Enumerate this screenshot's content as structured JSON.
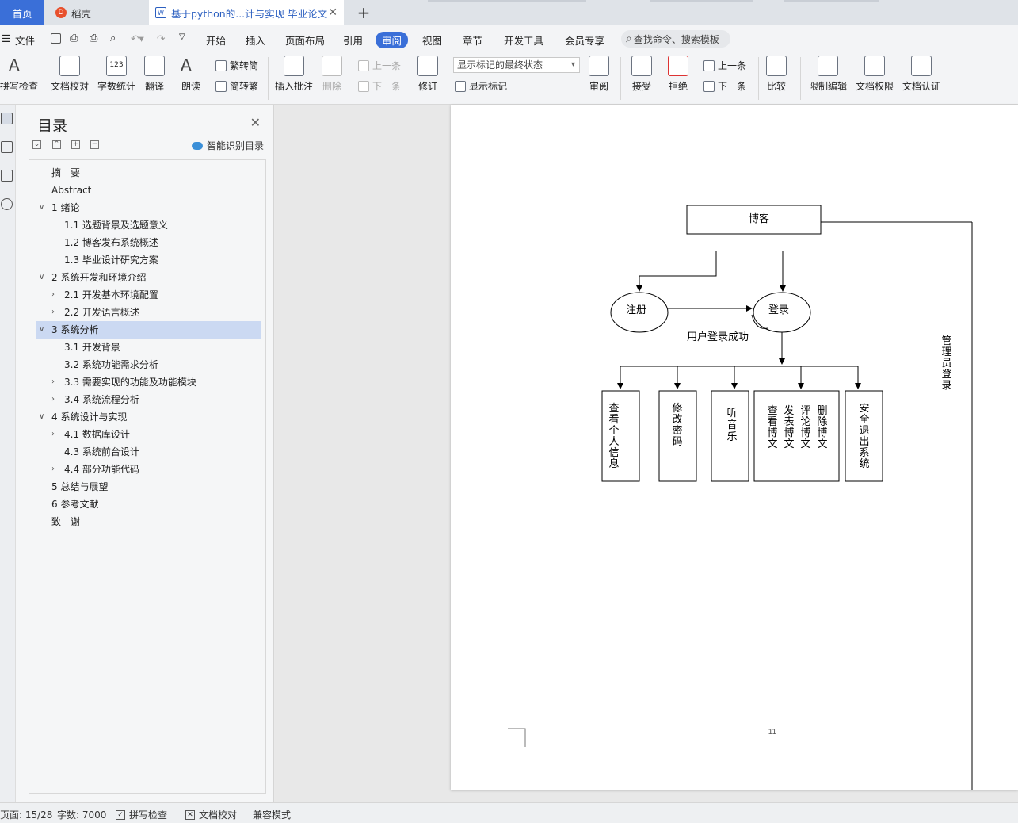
{
  "tabs": {
    "home": "首页",
    "daoke": "稻壳",
    "doc": "基于python的...计与实现 毕业论文",
    "add": "+"
  },
  "menu": {
    "file": "文件",
    "items": [
      "开始",
      "插入",
      "页面布局",
      "引用",
      "审阅",
      "视图",
      "章节",
      "开发工具",
      "会员专享"
    ],
    "active": "审阅",
    "search": "查找命令、搜索模板"
  },
  "toolbar": {
    "spell": "拼写检查",
    "proof": "文档校对",
    "wordcount": "字数统计",
    "translate": "翻译",
    "read": "朗读",
    "trad2simp": "繁转简",
    "simp2trad": "简转繁",
    "insert_comment": "插入批注",
    "delete": "删除",
    "prev_comment": "上一条",
    "next_comment": "下一条",
    "track": "修订",
    "markup_state": "显示标记的最终状态",
    "show_markup": "显示标记",
    "review": "审阅",
    "accept": "接受",
    "reject": "拒绝",
    "prev": "上一条",
    "next": "下一条",
    "compare": "比较",
    "restrict": "限制编辑",
    "permission": "文档权限",
    "certify": "文档认证"
  },
  "nav": {
    "title": "目录",
    "smart": "智能识别目录",
    "toc": [
      {
        "label": "摘　要",
        "level": 0,
        "arrow": ""
      },
      {
        "label": "Abstract",
        "level": 0,
        "arrow": ""
      },
      {
        "label": "1 绪论",
        "level": 0,
        "arrow": "v"
      },
      {
        "label": "1.1 选题背景及选题意义",
        "level": 2,
        "arrow": ""
      },
      {
        "label": "1.2  博客发布系统概述",
        "level": 2,
        "arrow": ""
      },
      {
        "label": "1.3  毕业设计研究方案",
        "level": 2,
        "arrow": ""
      },
      {
        "label": "2 系统开发和环境介绍",
        "level": 0,
        "arrow": "v"
      },
      {
        "label": "2.1 开发基本环境配置",
        "level": 1,
        "arrow": ">"
      },
      {
        "label": "2.2  开发语言概述",
        "level": 1,
        "arrow": ">"
      },
      {
        "label": "3 系统分析",
        "level": 0,
        "arrow": "v",
        "selected": true
      },
      {
        "label": "3.1 开发背景",
        "level": 2,
        "arrow": ""
      },
      {
        "label": "3.2 系统功能需求分析",
        "level": 2,
        "arrow": ""
      },
      {
        "label": "3.3 需要实现的功能及功能模块",
        "level": 1,
        "arrow": ">"
      },
      {
        "label": "3.4 系统流程分析",
        "level": 1,
        "arrow": ">"
      },
      {
        "label": "4 系统设计与实现",
        "level": 0,
        "arrow": "v"
      },
      {
        "label": "4.1 数据库设计",
        "level": 1,
        "arrow": ">"
      },
      {
        "label": "4.3 系统前台设计",
        "level": 2,
        "arrow": ""
      },
      {
        "label": "4.4 部分功能代码",
        "level": 1,
        "arrow": ">"
      },
      {
        "label": "5 总结与展望",
        "level": 0,
        "arrow": ""
      },
      {
        "label": "6 参考文献",
        "level": 0,
        "arrow": ""
      },
      {
        "label": "致　谢",
        "level": 0,
        "arrow": ""
      }
    ]
  },
  "diagram": {
    "blog": "博客",
    "register": "注册",
    "login": "登录",
    "login_success": "用户登录成功",
    "admin_login": "管理员登录",
    "boxes": [
      "查看个人信息",
      "修改密码",
      "听音乐",
      "安全退出系统"
    ],
    "blog_ops": [
      "查看博文",
      "发表博文",
      "评论博文",
      "删除博文"
    ],
    "page_number": "11"
  },
  "status": {
    "page": "页面: 15/28",
    "words": "字数: 7000",
    "spell": "拼写检查",
    "proof": "文档校对",
    "compat": "兼容模式"
  }
}
